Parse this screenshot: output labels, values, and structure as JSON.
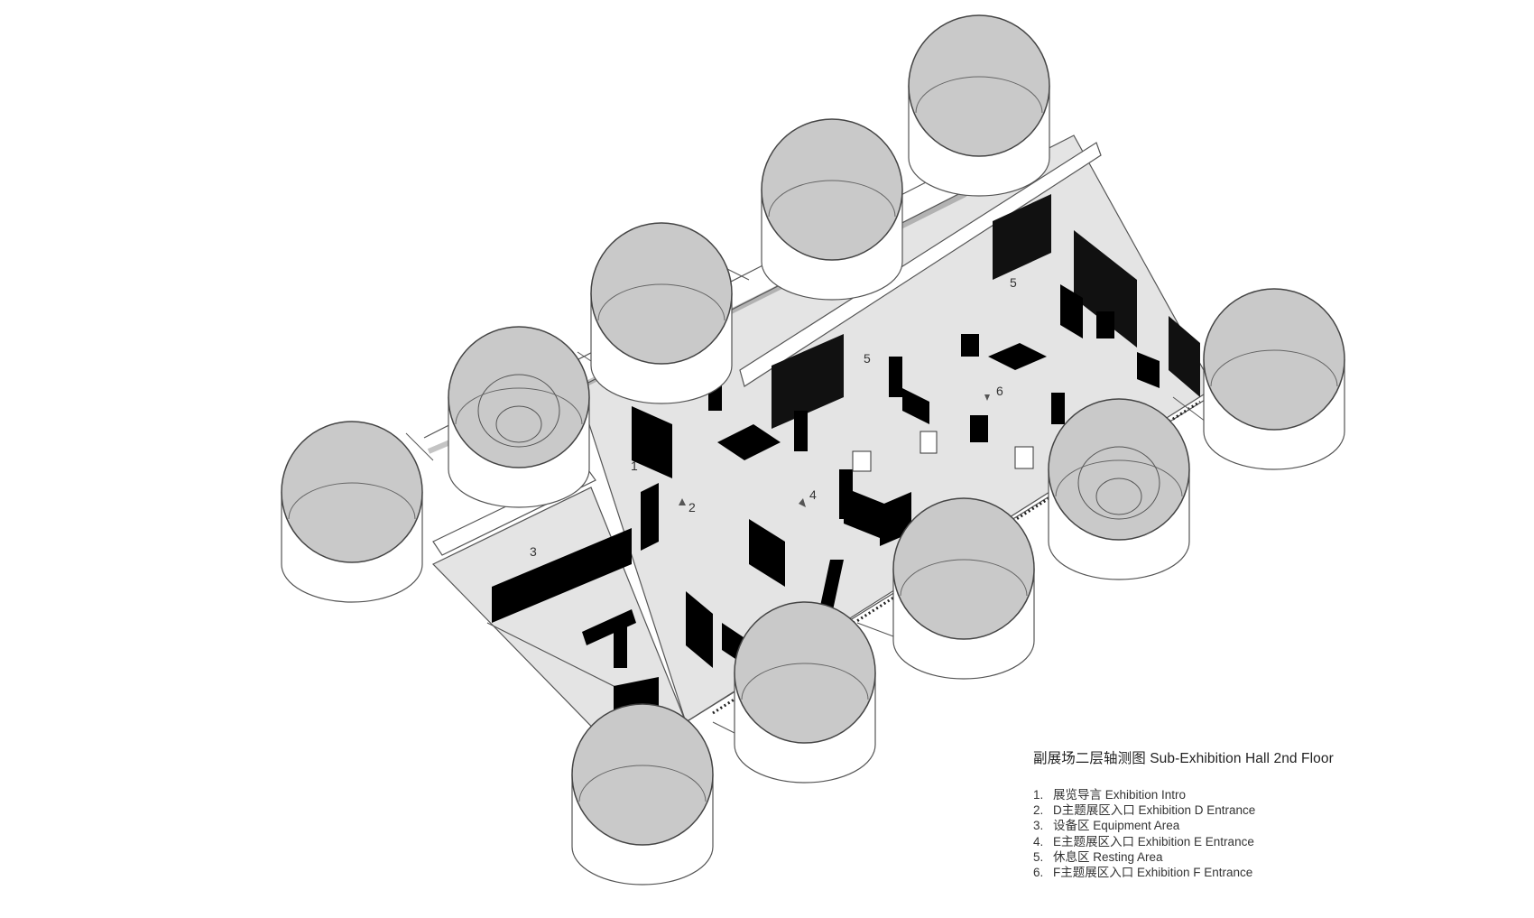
{
  "title": "副展场二层轴测图 Sub-Exhibition Hall 2nd Floor",
  "legend": [
    {
      "num": "1.",
      "text": "展览导言 Exhibition Intro"
    },
    {
      "num": "2.",
      "text": "D主题展区入口 Exhibition D Entrance"
    },
    {
      "num": "3.",
      "text": "设备区 Equipment Area"
    },
    {
      "num": "4.",
      "text": "E主题展区入口 Exhibition E Entrance"
    },
    {
      "num": "5.",
      "text": "休息区 Resting Area"
    },
    {
      "num": "6.",
      "text": "F主题展区入口 Exhibition F Entrance"
    }
  ],
  "plan_labels": {
    "l1": "1",
    "l2": "2",
    "l3": "3",
    "l4": "4",
    "l5a": "5",
    "l5b": "5",
    "l6": "6"
  },
  "colors": {
    "floor": "#e4e4e4",
    "cylinder_top": "#c8c8c8",
    "outline": "#555555",
    "display_panel": "#000000",
    "wall": "#ffffff"
  }
}
